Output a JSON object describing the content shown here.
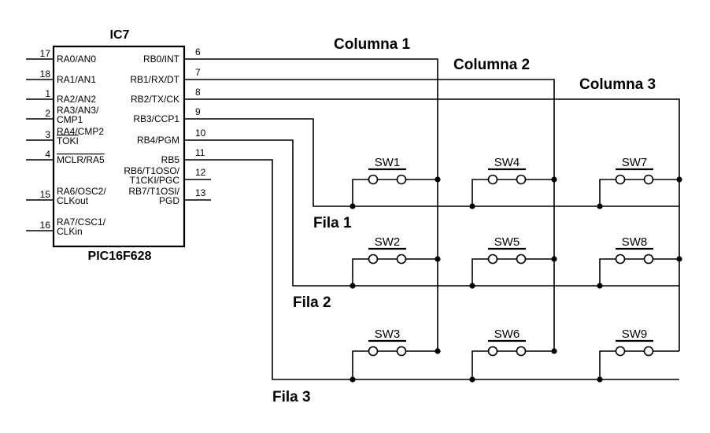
{
  "ic": {
    "designator": "IC7",
    "part": "PIC16F628",
    "left_pins": [
      {
        "num": "17",
        "lines": [
          "RA0/AN0"
        ]
      },
      {
        "num": "18",
        "lines": [
          "RA1/AN1"
        ]
      },
      {
        "num": "1",
        "lines": [
          "RA2/AN2"
        ]
      },
      {
        "num": "2",
        "lines": [
          "RA3/AN3/",
          "CMP1"
        ]
      },
      {
        "num": "3",
        "lines": [
          "RA4/CMP2",
          "TOKI"
        ]
      },
      {
        "num": "4",
        "lines": [
          "MCLR/RA5"
        ]
      },
      {
        "num": "15",
        "lines": [
          "RA6/OSC2/",
          "CLKout"
        ]
      },
      {
        "num": "16",
        "lines": [
          "RA7/CSC1/",
          "CLKin"
        ]
      }
    ],
    "right_pins": [
      {
        "num": "6",
        "lines": [
          "RB0/INT"
        ]
      },
      {
        "num": "7",
        "lines": [
          "RB1/RX/DT"
        ]
      },
      {
        "num": "8",
        "lines": [
          "RB2/TX/CK"
        ]
      },
      {
        "num": "9",
        "lines": [
          "RB3/CCP1"
        ]
      },
      {
        "num": "10",
        "lines": [
          "RB4/PGM"
        ]
      },
      {
        "num": "11",
        "lines": [
          "RB5"
        ]
      },
      {
        "num": "12",
        "lines": [
          "RB6/T1OSO/",
          "T1CKI/PGC"
        ]
      },
      {
        "num": "13",
        "lines": [
          "RB7/T1OSI/",
          "PGD"
        ]
      }
    ]
  },
  "columns": [
    "Columna 1",
    "Columna 2",
    "Columna 3"
  ],
  "rows": [
    "Fila 1",
    "Fila 2",
    "Fila 3"
  ],
  "switches": [
    "SW1",
    "SW4",
    "SW7",
    "SW2",
    "SW5",
    "SW8",
    "SW3",
    "SW6",
    "SW9"
  ]
}
